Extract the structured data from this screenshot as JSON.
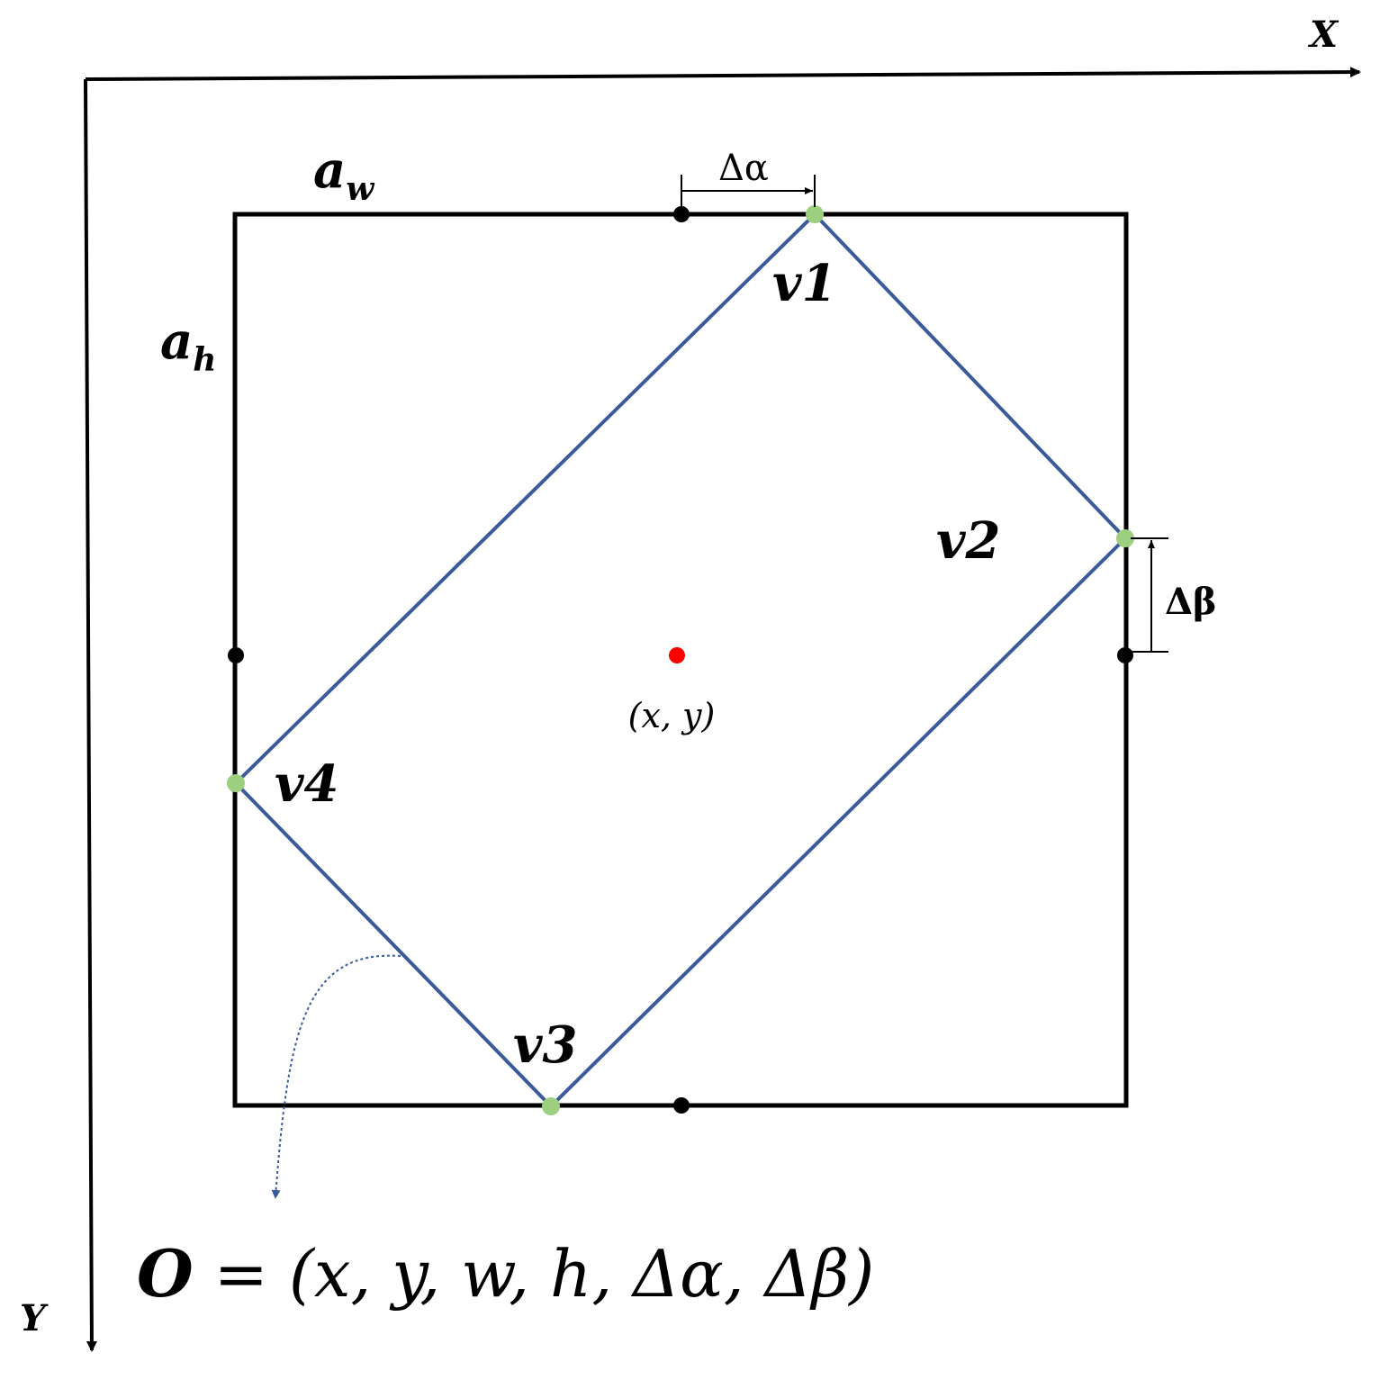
{
  "axes": {
    "x_label": "X",
    "y_label": "Y"
  },
  "box_labels": {
    "width": "a",
    "width_sub": "w",
    "height": "a",
    "height_sub": "h"
  },
  "vertices": {
    "v1": "v1",
    "v2": "v2",
    "v3": "v3",
    "v4": "v4"
  },
  "offsets": {
    "alpha": "Δα",
    "beta": "Δβ"
  },
  "center_label": "(x, y)",
  "formula": {
    "lhs": "O",
    "rhs": " = (x, y, w, h, Δα, Δβ)"
  },
  "colors": {
    "box": "#000000",
    "quad": "#3a5a9a",
    "vertex_dot": "#9ccf7e",
    "midpoint_dot": "#000000",
    "center_dot": "#ff0000"
  }
}
